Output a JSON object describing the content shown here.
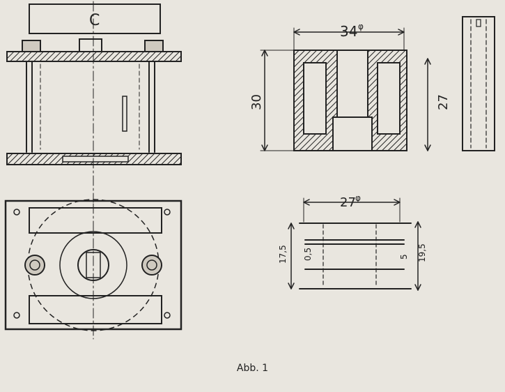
{
  "figure": {
    "caption": "Abb. 1",
    "label_c": "C",
    "dim_diameter_top": "34",
    "dim_height_left": "30",
    "dim_height_right": "27",
    "dim_diameter_bottom": "27",
    "dim_17_5": "17,5",
    "dim_0_5": "0,5",
    "dim_5": "5",
    "dim_19_5": "19,5",
    "phi": "φ"
  }
}
